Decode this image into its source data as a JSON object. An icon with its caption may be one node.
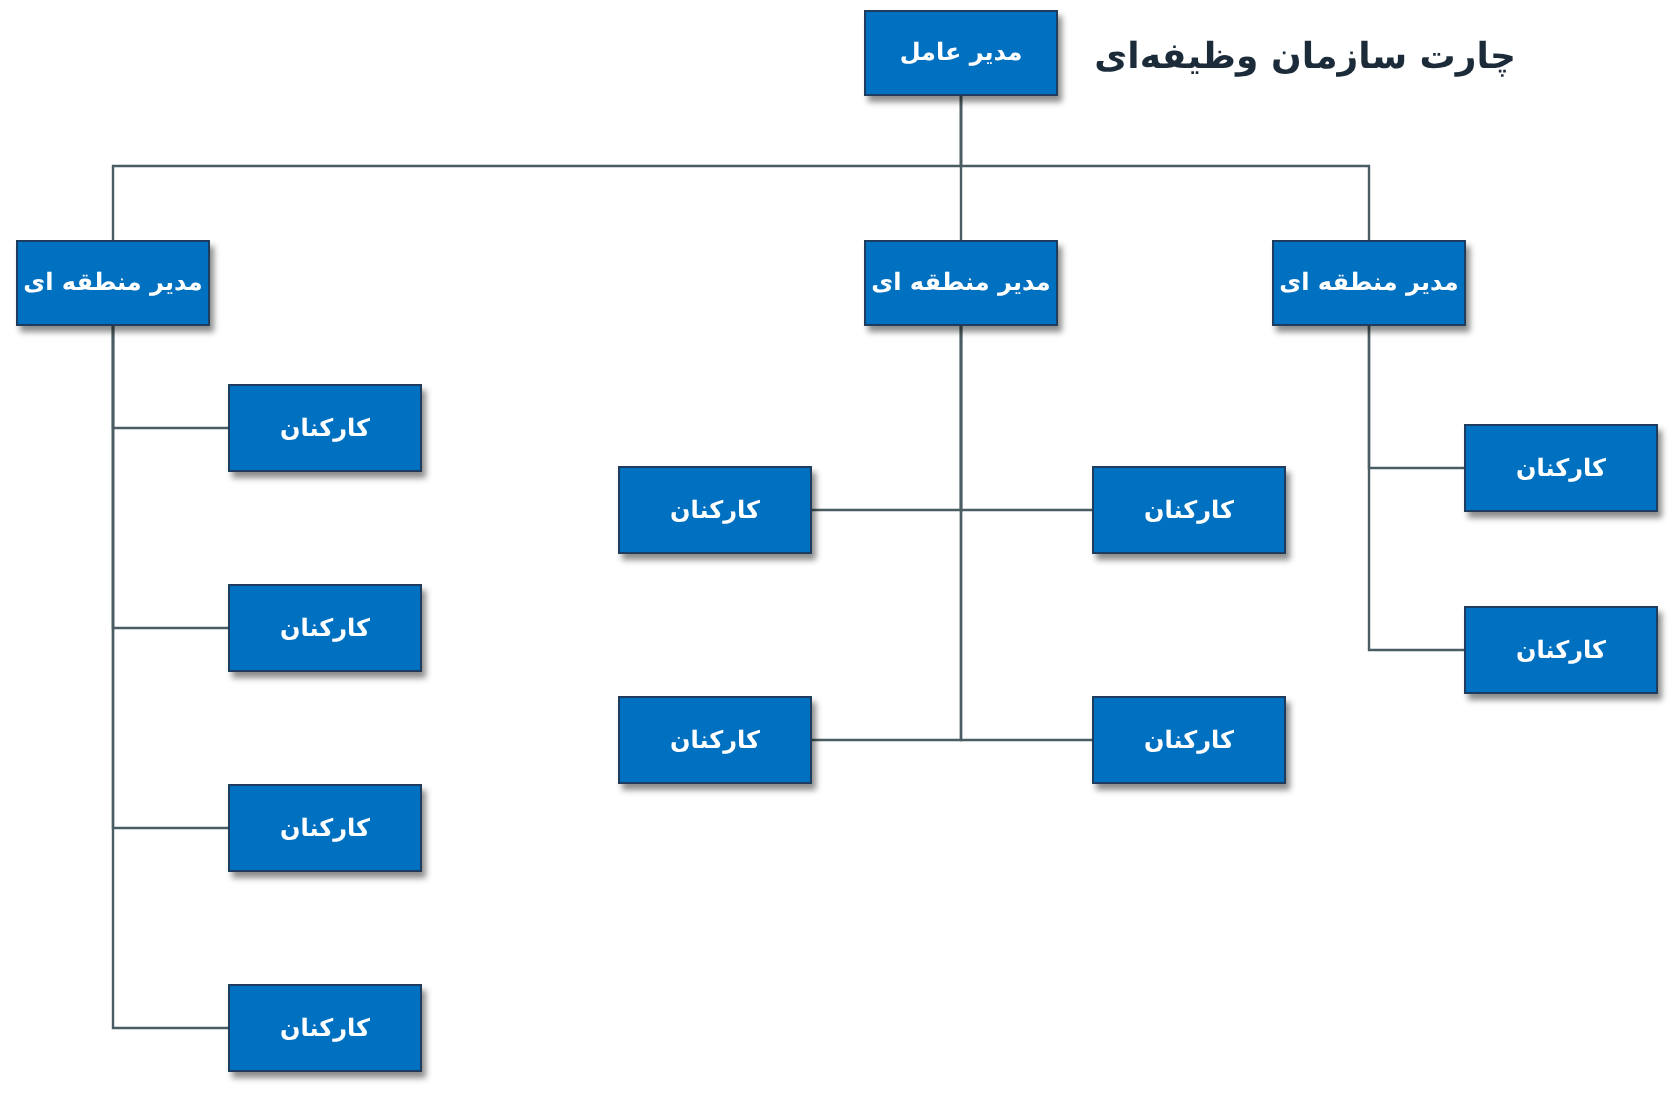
{
  "diagram": {
    "title": "چارت سازمان وظیفه‌ای",
    "nodes": [
      {
        "text": [
          "مدیر عامل"
        ]
      },
      {
        "text": [
          "مدیر منطقه ای"
        ]
      },
      {
        "text": [
          "مدیر منطقه ای"
        ]
      },
      {
        "text": [
          "مدیر منطقه ای"
        ]
      },
      {
        "text": [
          "کارکنان"
        ]
      },
      {
        "text": [
          "کارکنان"
        ]
      },
      {
        "text": [
          "کارکنان"
        ]
      },
      {
        "text": [
          "کارکنان"
        ]
      },
      {
        "text": [
          "کارکنان"
        ]
      },
      {
        "text": [
          "کارکنان"
        ]
      },
      {
        "text": [
          "کارکنان"
        ]
      },
      {
        "text": [
          "کارکنان"
        ]
      },
      {
        "text": [
          "کارکنان"
        ]
      },
      {
        "text": [
          "کارکنان"
        ]
      }
    ],
    "edges": [
      {
        "from": 0,
        "to": 1,
        "arrow": "none"
      },
      {
        "from": 0,
        "to": 2,
        "arrow": "none"
      },
      {
        "from": 0,
        "to": 3,
        "arrow": "none"
      },
      {
        "from": 1,
        "to": 4,
        "arrow": "none"
      },
      {
        "from": 1,
        "to": 5,
        "arrow": "none"
      },
      {
        "from": 1,
        "to": 6,
        "arrow": "none"
      },
      {
        "from": 1,
        "to": 7,
        "arrow": "none"
      },
      {
        "from": 2,
        "to": 8,
        "arrow": "none"
      },
      {
        "from": 2,
        "to": 9,
        "arrow": "none"
      },
      {
        "from": 2,
        "to": 10,
        "arrow": "none"
      },
      {
        "from": 2,
        "to": 11,
        "arrow": "none"
      },
      {
        "from": 3,
        "to": 12,
        "arrow": "none"
      },
      {
        "from": 3,
        "to": 13,
        "arrow": "none"
      }
    ]
  }
}
